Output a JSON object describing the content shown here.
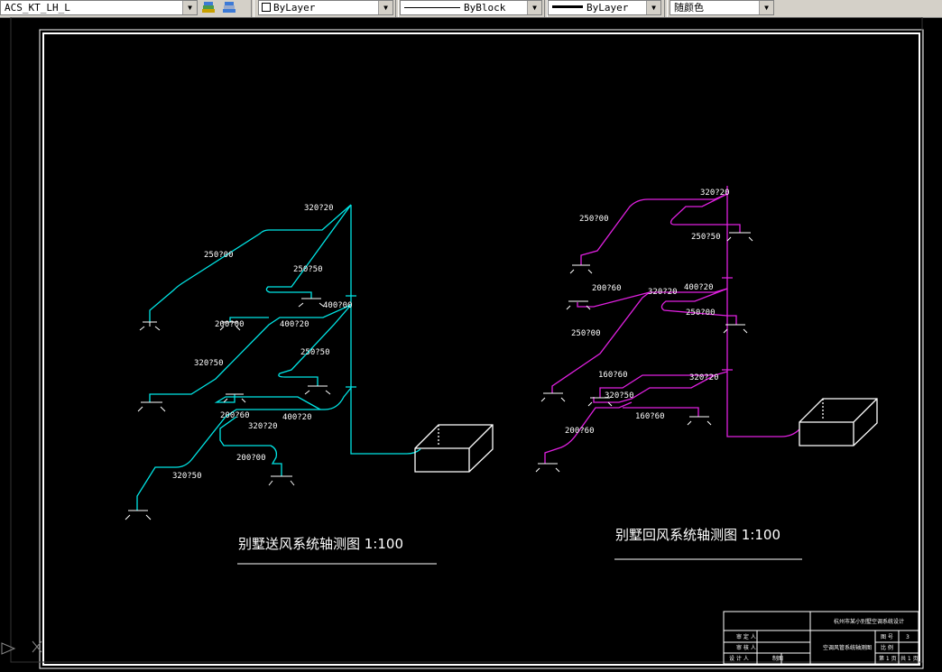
{
  "toolbar": {
    "layer_name": "ACS_KT_LH_L",
    "color": "ByLayer",
    "linetype": "ByBlock",
    "lineweight": "ByLayer",
    "plotstyle": "随颜色"
  },
  "supply": {
    "title": "别墅送风系统轴测图 1:100",
    "labels": [
      "320?20",
      "250?00",
      "250?50",
      "200?00",
      "400?00",
      "400?20",
      "320?50",
      "250?50",
      "200?60",
      "400?20",
      "320?20",
      "200?00",
      "320?50"
    ]
  },
  "return": {
    "title": "别墅回风系统轴测图 1:100",
    "labels": [
      "320?20",
      "250?00",
      "250?50",
      "200?60",
      "320?20",
      "400?20",
      "250?00",
      "250?00",
      "160?60",
      "320?20",
      "320?50",
      "160?60",
      "200?60"
    ]
  },
  "title_block": {
    "project": "杭州市某小别墅空调系统设计",
    "drawing_name": "空调风管系统轴测图",
    "row1": "审 定 人",
    "row2": "审 核 人",
    "row3": "设 计 人",
    "row4": "制图",
    "cell_a": "图 号",
    "cell_a_val": "3",
    "cell_b": "比 例",
    "cell_c": "第 1 页",
    "cell_d": "共 1 页"
  },
  "colors": {
    "supply_duct": "#00e5e5",
    "return_duct": "#e020e0",
    "frame": "#ffffff"
  }
}
